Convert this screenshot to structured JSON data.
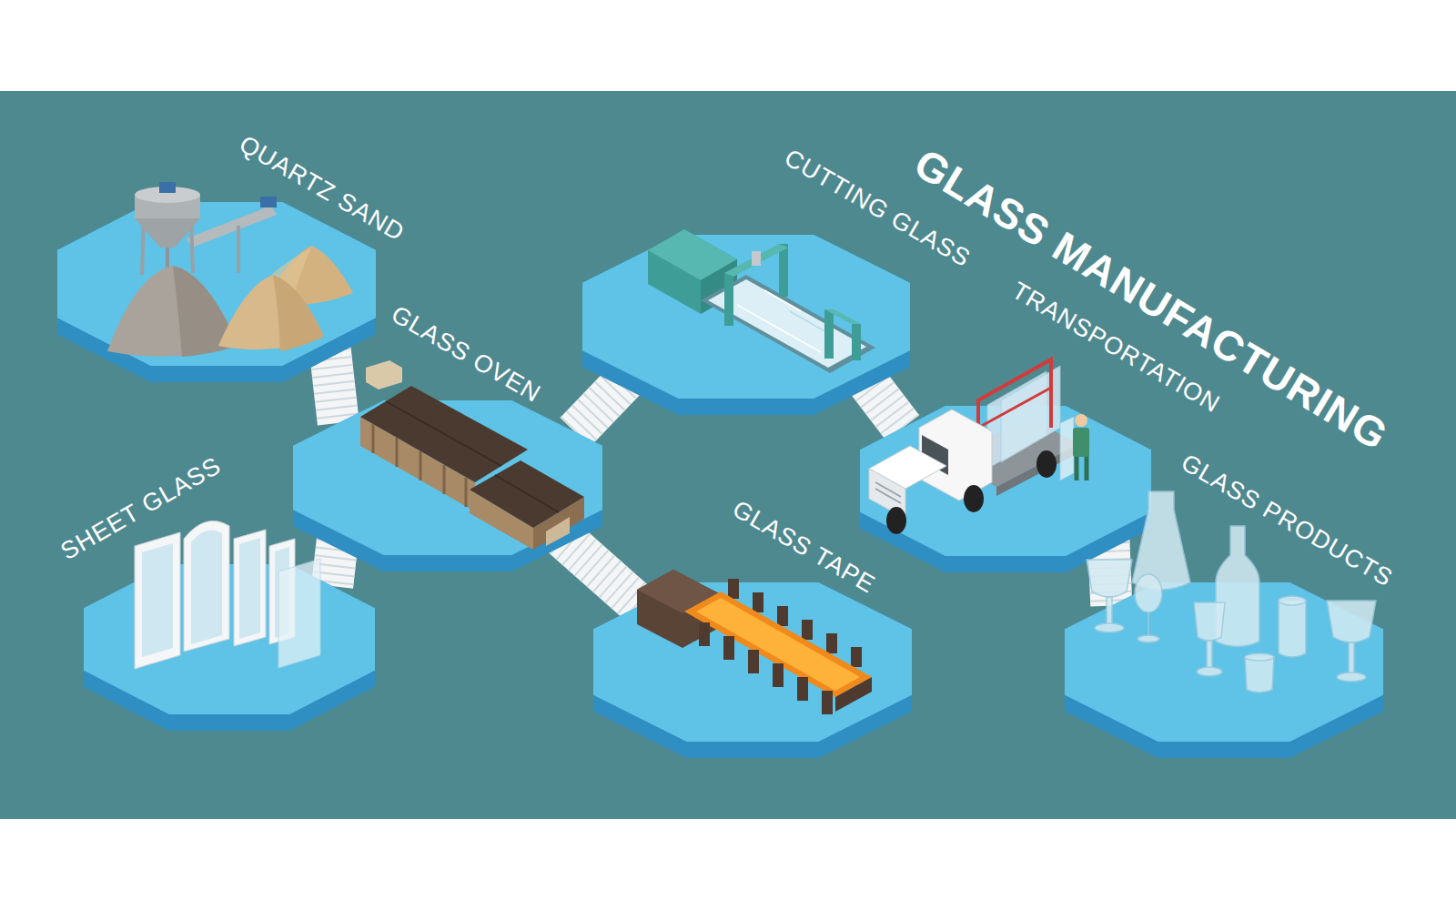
{
  "diagram": {
    "title": "GLASS MANUFACTURING",
    "nodes": [
      {
        "text": [
          "QUARTZ SAND"
        ]
      },
      {
        "text": [
          "GLASS OVEN"
        ]
      },
      {
        "text": [
          "SHEET GLASS"
        ]
      },
      {
        "text": [
          "CUTTING GLASS"
        ]
      },
      {
        "text": [
          "GLASS TAPE"
        ]
      },
      {
        "text": [
          "TRANSPORTATION"
        ]
      },
      {
        "text": [
          "GLASS PRODUCTS"
        ]
      }
    ],
    "edges": [
      {
        "from": 0,
        "to": 1,
        "arrow": "none"
      },
      {
        "from": 1,
        "to": 2,
        "arrow": "none"
      },
      {
        "from": 1,
        "to": 3,
        "arrow": "none"
      },
      {
        "from": 1,
        "to": 4,
        "arrow": "none"
      },
      {
        "from": 3,
        "to": 5,
        "arrow": "none"
      },
      {
        "from": 5,
        "to": 6,
        "arrow": "none"
      }
    ]
  }
}
